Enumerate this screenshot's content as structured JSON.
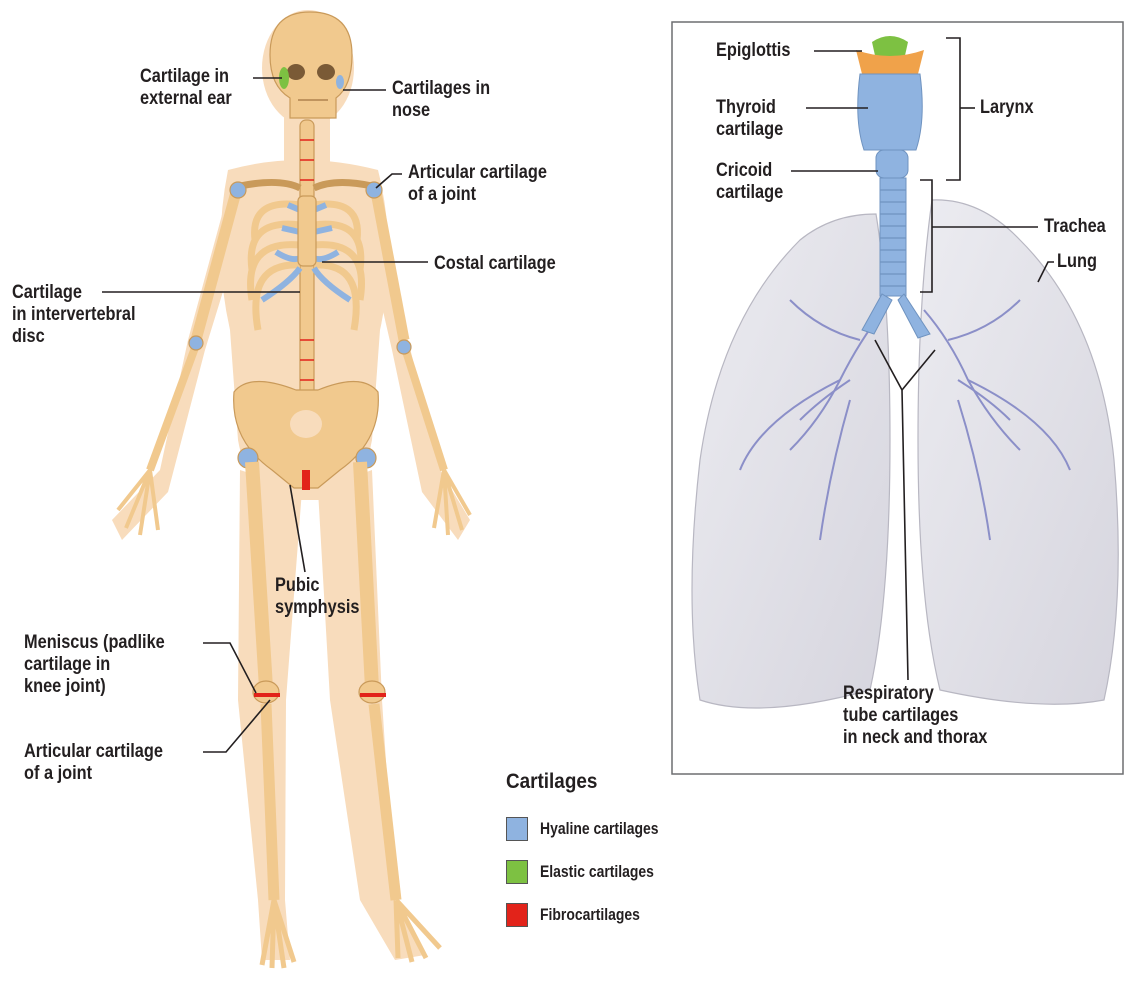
{
  "labels": {
    "ear": "Cartilage in\nexternal ear",
    "nose": "Cartilages in\nnose",
    "articular_shoulder": "Articular cartilage\nof a joint",
    "costal": "Costal cartilage",
    "intervertebral": "Cartilage\nin intervertebral\ndisc",
    "pubic": "Pubic\nsymphysis",
    "meniscus": "Meniscus (padlike\ncartilage in\nknee joint)",
    "articular_knee": "Articular cartilage\nof a joint",
    "epiglottis": "Epiglottis",
    "thyroid": "Thyroid\ncartilage",
    "cricoid": "Cricoid\ncartilage",
    "larynx": "Larynx",
    "trachea": "Trachea",
    "lung": "Lung",
    "respiratory": "Respiratory\ntube cartilages\nin neck and thorax"
  },
  "legend": {
    "title": "Cartilages",
    "items": [
      {
        "label": "Hyaline cartilages",
        "color": "#8fb3e0"
      },
      {
        "label": "Elastic cartilages",
        "color": "#7dc142"
      },
      {
        "label": "Fibrocartilages",
        "color": "#e2231a"
      }
    ]
  },
  "colors": {
    "body": "#f8dcbc",
    "bone": "#f1c98e",
    "hyaline": "#8fb3e0",
    "elastic": "#7dc142",
    "fibro": "#e2231a",
    "lung": "#e3e3ea",
    "leader": "#231f20"
  }
}
